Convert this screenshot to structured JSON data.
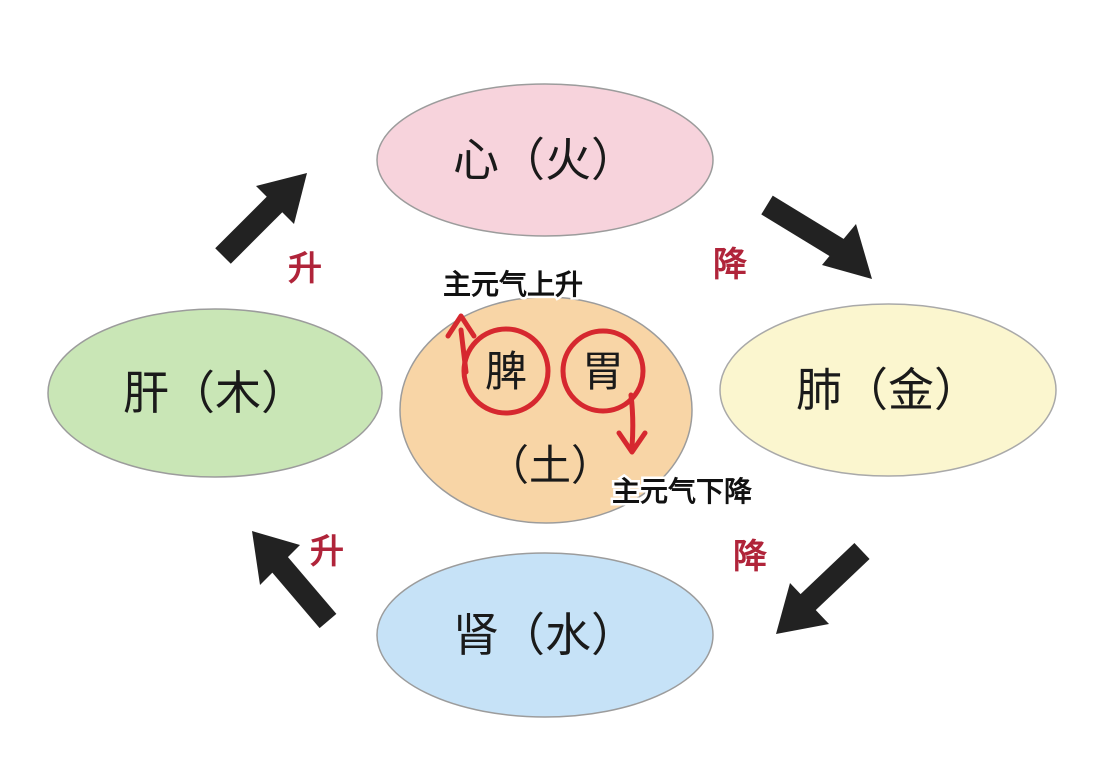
{
  "organs": {
    "heart": {
      "label": "心（火）",
      "color": "#f7d3dc"
    },
    "lung": {
      "label": "肺（金）",
      "color": "#fbf6cf"
    },
    "kidney": {
      "label": "肾（水）",
      "color": "#c6e2f7"
    },
    "liver": {
      "label": "肝（木）",
      "color": "#c9e6b6"
    },
    "center": {
      "spleen": "脾",
      "stomach": "胃",
      "element": "（土）",
      "color": "#f8d5a6"
    }
  },
  "flows": {
    "top_left": "升",
    "bottom_left": "升",
    "top_right": "降",
    "bottom_right": "降"
  },
  "qi": {
    "up": "主元气上升",
    "down": "主元气下降"
  },
  "colors": {
    "arrow": "#222222",
    "red_arrow": "#d6282f",
    "flow_text": "#b0243a"
  }
}
